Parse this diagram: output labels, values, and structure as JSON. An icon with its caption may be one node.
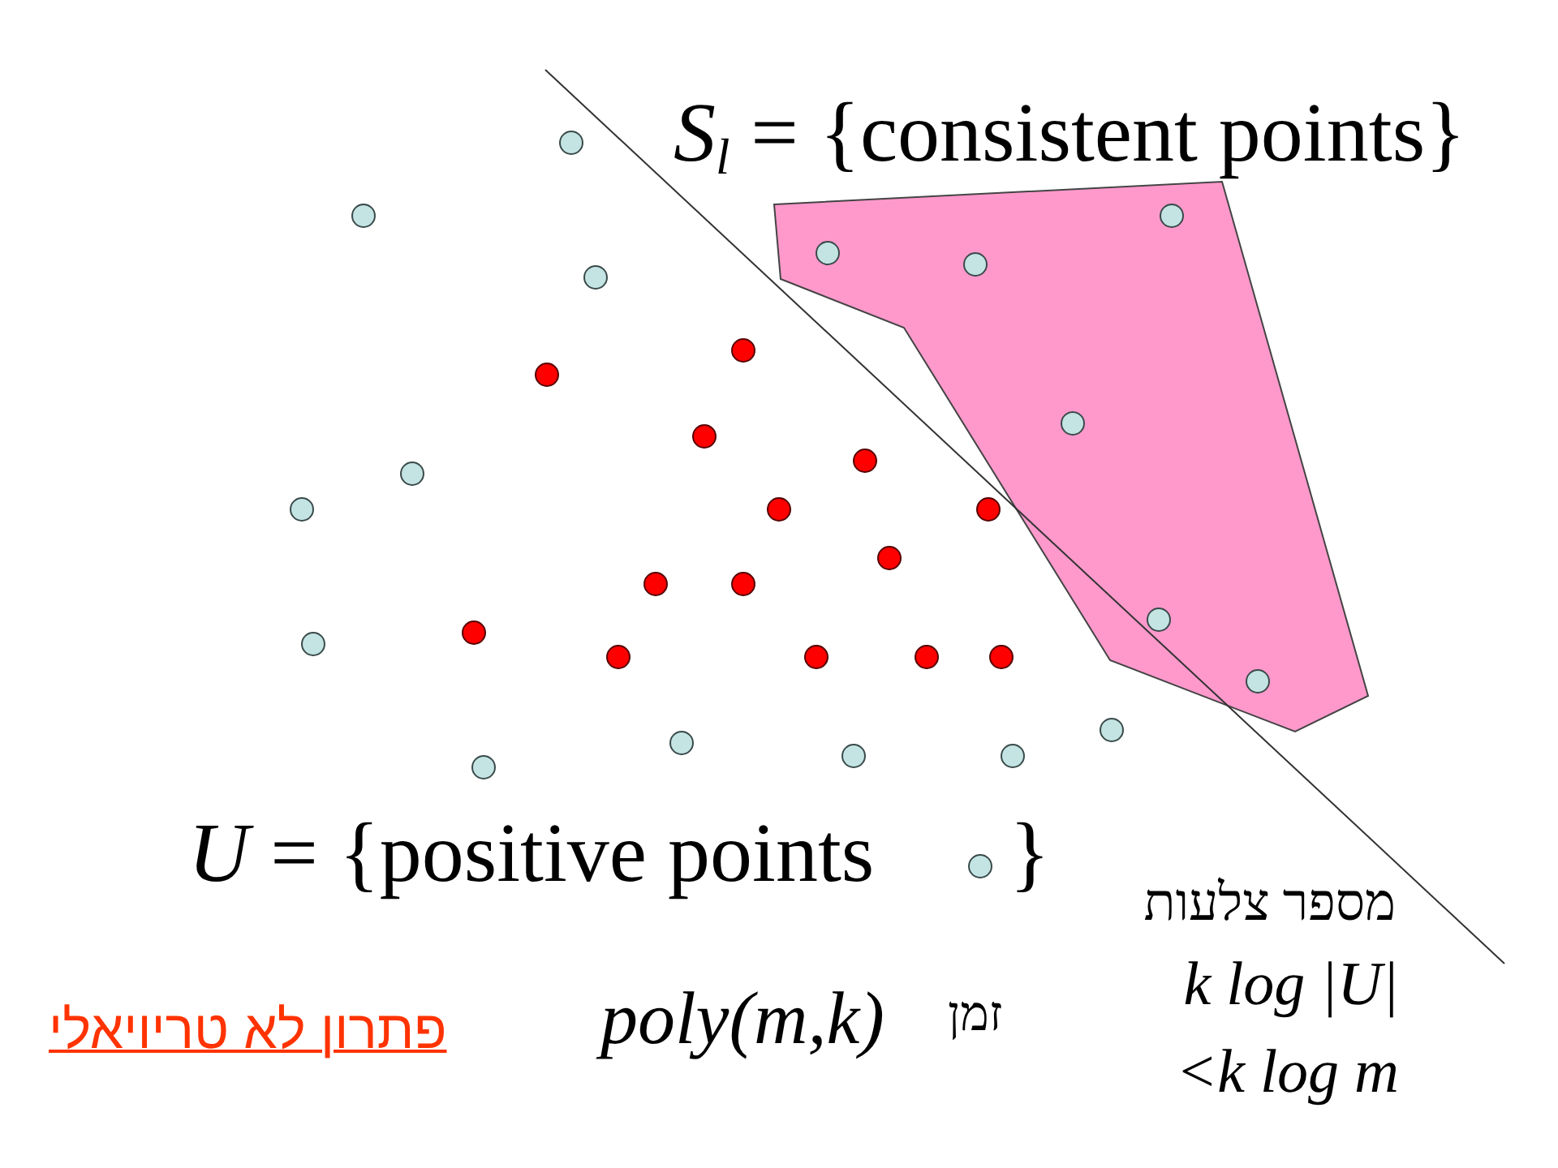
{
  "diagram": {
    "labels": [
      "*S*$_{l}$ = {consistent points}",
      "*U* = {positive points",
      "}",
      "מספר צלעות",
      "k log |U|",
      "פתרון לא טריויאלי",
      "poly(m,k)",
      "זמן",
      "<k log m"
    ]
  }
}
